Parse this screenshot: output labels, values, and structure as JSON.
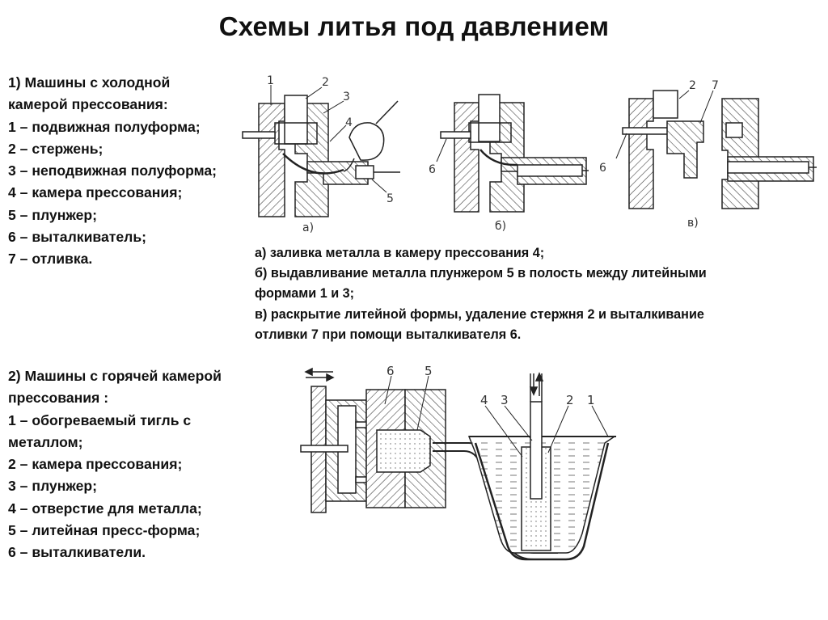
{
  "title": "Схемы литья под давлением",
  "section1": {
    "heading": [
      "1) Машины с холодной",
      "камерой прессования:"
    ],
    "items": [
      "1 – подвижная полуформа;",
      "2 – стержень;",
      "3 – неподвижная полуформа;",
      "4 – камера прессования;",
      "5 – плунжер;",
      "6 – выталкиватель;",
      "7 – отливка."
    ],
    "figure_labels": {
      "a": "а)",
      "b": "б)",
      "c": "в)",
      "n1": "1",
      "n2": "2",
      "n3": "3",
      "n4": "4",
      "n5": "5",
      "n6": "6",
      "n7": "7"
    },
    "steps": [
      "а) заливка металла в камеру прессования 4;",
      "б) выдавливание металла плунжером 5 в полость между литейными",
      "формами 1 и 3;",
      "в) раскрытие литейной формы, удаление стержня 2 и выталкивание",
      "отливки 7 при помощи выталкивателя 6."
    ]
  },
  "section2": {
    "heading": [
      "2) Машины с горячей камерой",
      "прессования :"
    ],
    "items": [
      "1 – обогреваемый тигль с",
      "металлом;",
      "2 – камера прессования;",
      "3 – плунжер;",
      "4 – отверстие для металла;",
      "5 – литейная пресс-форма;",
      "6 – выталкиватели."
    ],
    "figure_labels": {
      "n1": "1",
      "n2": "2",
      "n3": "3",
      "n4": "4",
      "n5": "5",
      "n6": "6"
    }
  }
}
